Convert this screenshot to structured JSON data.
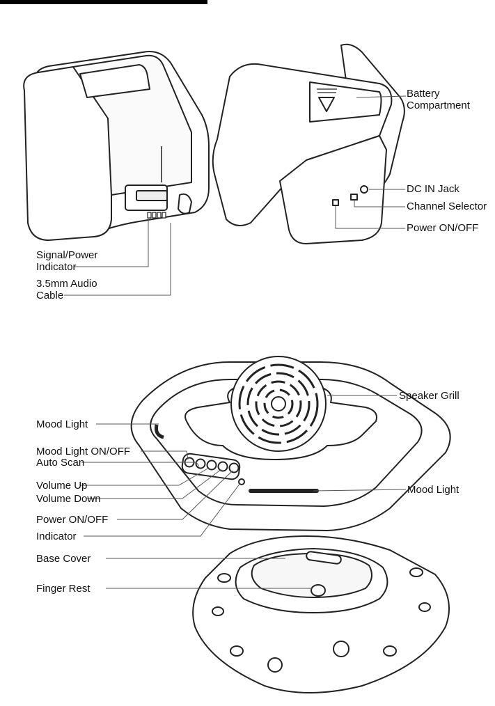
{
  "colors": {
    "ink": "#222222",
    "leader": "#555555",
    "fill": "#ffffff",
    "shade": "#f2f2f2"
  },
  "labels": {
    "battery_compartment_1": "Battery",
    "battery_compartment_2": "Compartment",
    "dc_in_jack": "DC IN Jack",
    "channel_selector": "Channel Selector",
    "power_onoff_top": "Power ON/OFF",
    "signal_power_1": "Signal/Power",
    "signal_power_2": "Indicator",
    "audio_cable_1": "3.5mm Audio",
    "audio_cable_2": "Cable",
    "speaker_grill": "Speaker Grill",
    "mood_light_left": "Mood Light",
    "mood_light_onoff": "Mood Light ON/OFF",
    "auto_scan": "Auto Scan",
    "volume_up": "Volume Up",
    "volume_down": "Volume Down",
    "power_onoff_bottom": "Power ON/OFF",
    "indicator": "Indicator",
    "mood_light_right": "Mood Light",
    "base_cover": "Base Cover",
    "finger_rest": "Finger Rest"
  }
}
